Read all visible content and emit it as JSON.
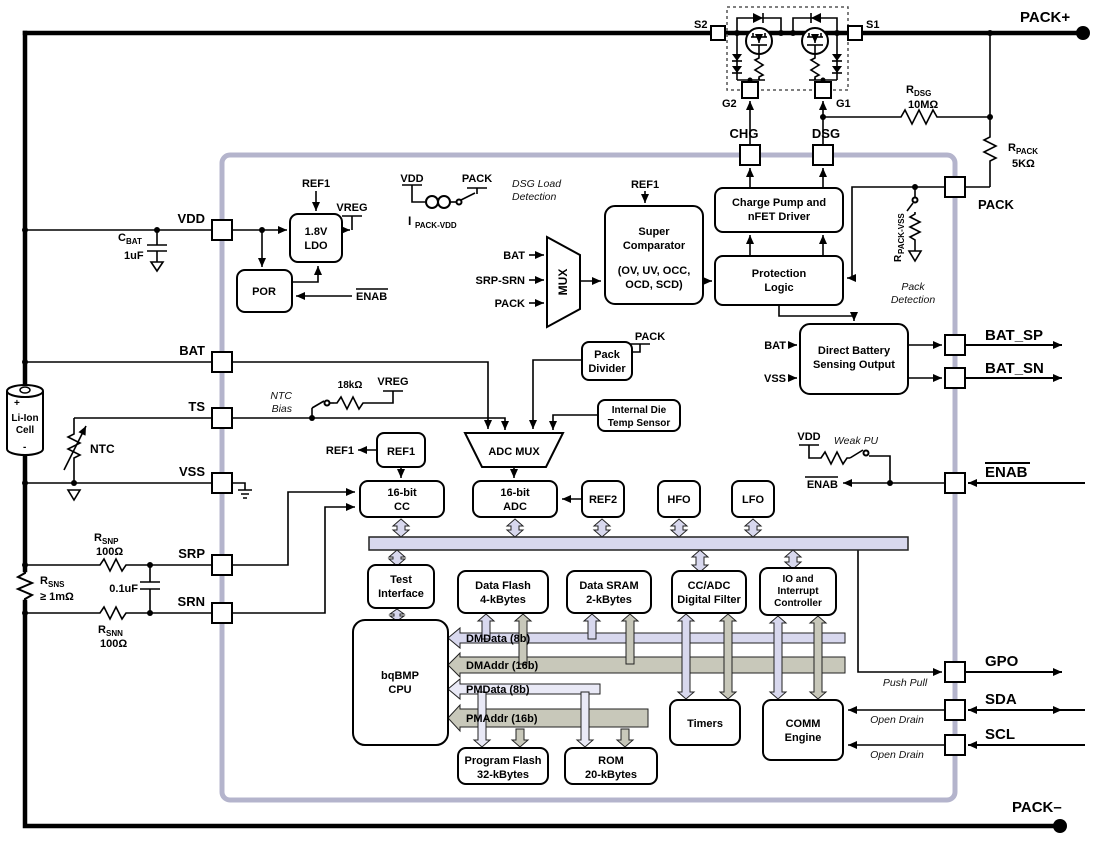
{
  "term": {
    "pack_plus": "PACK+",
    "pack_minus": "PACK–"
  },
  "pins": {
    "vdd": "VDD",
    "bat": "BAT",
    "ts": "TS",
    "vss": "VSS",
    "srp": "SRP",
    "srn": "SRN",
    "chg": "CHG",
    "dsg": "DSG",
    "pack": "PACK",
    "bat_sp": "BAT_SP",
    "bat_sn": "BAT_SN",
    "enab": "ENAB",
    "gpo": "GPO",
    "sda": "SDA",
    "scl": "SCL",
    "s1": "S1",
    "s2": "S2",
    "g1": "G1",
    "g2": "G2"
  },
  "ext": {
    "cell_l1": "Li-Ion",
    "cell_l2": "Cell",
    "cell_plus": "+",
    "cell_minus": "-",
    "ntc": "NTC",
    "cbat_sym": "C",
    "cbat_sub": "BAT",
    "cbat_val": "1uF",
    "rsns_sym": "R",
    "rsns_sub": "SNS",
    "rsns_val": "≥ 1mΩ",
    "rsnp_sym": "R",
    "rsnp_sub": "SNP",
    "rsnp_val": "100Ω",
    "rsnn_sym": "R",
    "rsnn_sub": "SNN",
    "rsnn_val": "100Ω",
    "csr": "0.1uF",
    "rdsg_sym": "R",
    "rdsg_sub": "DSG",
    "rdsg_val": "10MΩ",
    "rpack_sym": "R",
    "rpack_sub": "PACK",
    "rpack_val": "5KΩ"
  },
  "blocks": {
    "ldo": {
      "l1": "1.8V",
      "l2": "LDO"
    },
    "por": "POR",
    "charge_pump": {
      "l1": "Charge Pump and",
      "l2": "nFET Driver"
    },
    "super_comp": {
      "l1": "Super",
      "l2": "Comparator",
      "l3": "(OV, UV, OCC,",
      "l4": "OCD, SCD)"
    },
    "protection": {
      "l1": "Protection",
      "l2": "Logic"
    },
    "dbso": {
      "l1": "Direct Battery",
      "l2": "Sensing Output"
    },
    "pack_divider": {
      "l1": "Pack",
      "l2": "Divider"
    },
    "die_temp": {
      "l1": "Internal Die",
      "l2": "Temp Sensor"
    },
    "adc_mux": "ADC MUX",
    "mux": "MUX",
    "ref1": "REF1",
    "ref2": "REF2",
    "cc": {
      "l1": "16-bit",
      "l2": "CC"
    },
    "adc": {
      "l1": "16-bit",
      "l2": "ADC"
    },
    "hfo": "HFO",
    "lfo": "LFO",
    "test_if": {
      "l1": "Test",
      "l2": "Interface"
    },
    "data_flash": {
      "l1": "Data Flash",
      "l2": "4-kBytes"
    },
    "data_sram": {
      "l1": "Data SRAM",
      "l2": "2-kBytes"
    },
    "ccadc_filter": {
      "l1": "CC/ADC",
      "l2": "Digital Filter"
    },
    "io_ctrl": {
      "l1": "IO and",
      "l2": "Interrupt",
      "l3": "Controller"
    },
    "cpu": {
      "l1": "bqBMP",
      "l2": "CPU"
    },
    "prog_flash": {
      "l1": "Program Flash",
      "l2": "32-kBytes"
    },
    "rom": {
      "l1": "ROM",
      "l2": "20-kBytes"
    },
    "timers": "Timers",
    "comm": {
      "l1": "COMM",
      "l2": "Engine"
    }
  },
  "sig": {
    "ref1_ldo": "REF1",
    "ref1_sc": "REF1",
    "ref1_out": "REF1",
    "vreg_ldo": "VREG",
    "vreg_ts": "VREG",
    "enab_por": "ENAB",
    "enab_weak": "ENAB",
    "vdd_dsgld": "VDD",
    "pack_dsgld": "PACK",
    "pack_pd": "PACK",
    "ipack_sym": "I",
    "ipack_sub": "PACK-VDD",
    "r18k": "18kΩ",
    "ntc_bias_l1": "NTC",
    "ntc_bias_l2": "Bias",
    "mux_bat": "BAT",
    "mux_srpsrn": "SRP-SRN",
    "mux_pack": "PACK",
    "dbso_bat": "BAT",
    "dbso_vss": "VSS",
    "rpackvss_sym": "R",
    "rpackvss_sub": "PACK-VSS",
    "vdd_weak": "VDD",
    "weak_pu": "Weak PU"
  },
  "ann": {
    "dsg_load_l1": "DSG Load",
    "dsg_load_l2": "Detection",
    "pack_det_l1": "Pack",
    "pack_det_l2": "Detection",
    "push_pull": "Push Pull",
    "open_drain_sda": "Open Drain",
    "open_drain_scl": "Open Drain"
  },
  "bus": {
    "dmdata": "DMData (8b)",
    "dmaddr": "DMAddr (16b)",
    "pmdata": "PMData (8b)",
    "pmaddr": "PMAddr (16b)"
  },
  "colors": {
    "boundary": "#b4b4cc",
    "bus_lavender": "#d8d8ee",
    "bus_gray": "#c8c8ba",
    "bus_light": "#e9e9f6"
  }
}
